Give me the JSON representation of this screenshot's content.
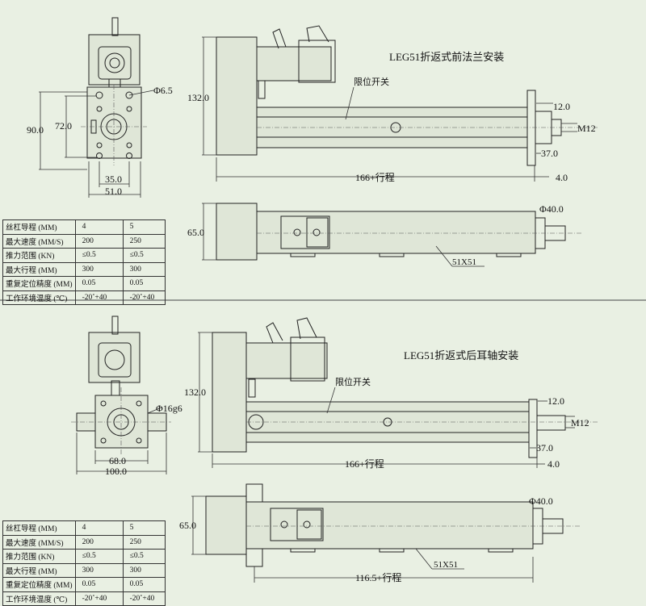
{
  "titles": {
    "front_flange": "LEG51折返式前法兰安装",
    "rear_clevis": "LEG51折返式后耳轴安装"
  },
  "labels": {
    "limit_switch": "限位开关"
  },
  "dims_top": {
    "hole": "Φ6.5",
    "h90": "90.0",
    "h72": "72.0",
    "w35": "35.0",
    "w51": "51.0",
    "h132": "132.0",
    "d12": "12.0",
    "m12": "M12",
    "d37": "37.0",
    "stroke166": "166+行程",
    "d4": "4.0",
    "phi40": "Φ40.0",
    "h65": "65.0",
    "sq": "51X51"
  },
  "dims_bottom": {
    "shaft": "Φ16g6",
    "w68": "68.0",
    "w100": "100.0",
    "h132": "132.0",
    "d12": "12.0",
    "m12": "M12",
    "d37": "37.0",
    "stroke166": "166+行程",
    "d4": "4.0",
    "phi40": "Φ40.0",
    "h65": "65.0",
    "sq": "51X51",
    "stroke116": "116.5+行程"
  },
  "spec_table": {
    "rows": [
      [
        "丝杠导程 (MM)",
        "4",
        "5"
      ],
      [
        "最大速度 (MM/S)",
        "200",
        "250"
      ],
      [
        "推力范围 (KN)",
        "≤0.5",
        "≤0.5"
      ],
      [
        "最大行程 (MM)",
        "300",
        "300"
      ],
      [
        "重复定位精度 (MM)",
        "0.05",
        "0.05"
      ],
      [
        "工作环境温度 (℃)",
        "-20˚+40",
        "-20˚+40"
      ]
    ]
  }
}
